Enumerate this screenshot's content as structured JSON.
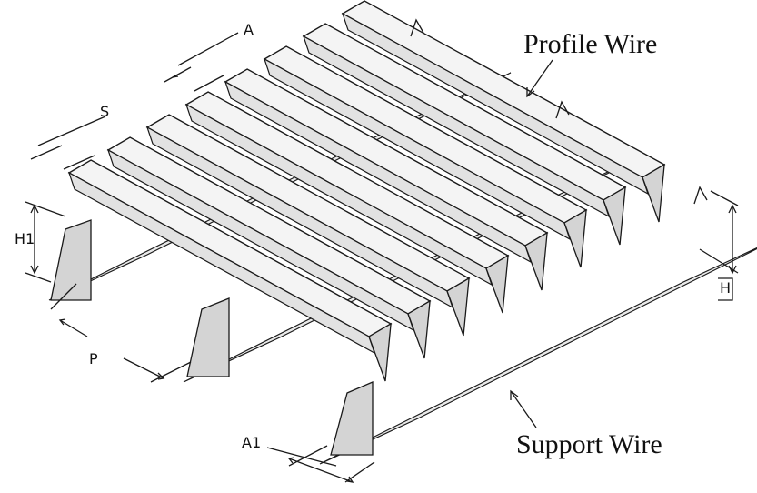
{
  "labels": {
    "profile_wire": "Profile Wire",
    "support_wire": "Support Wire"
  },
  "dimensions": {
    "a": "A",
    "s": "S",
    "h1": "H1",
    "p": "P",
    "a1": "A1",
    "h": "H"
  },
  "colors": {
    "line": "#1a1a1a",
    "top_face": "#f4f4f4",
    "side_face": "#e2e2e2",
    "end_face": "#d4d4d4",
    "support_face": "#e9e9e9"
  }
}
